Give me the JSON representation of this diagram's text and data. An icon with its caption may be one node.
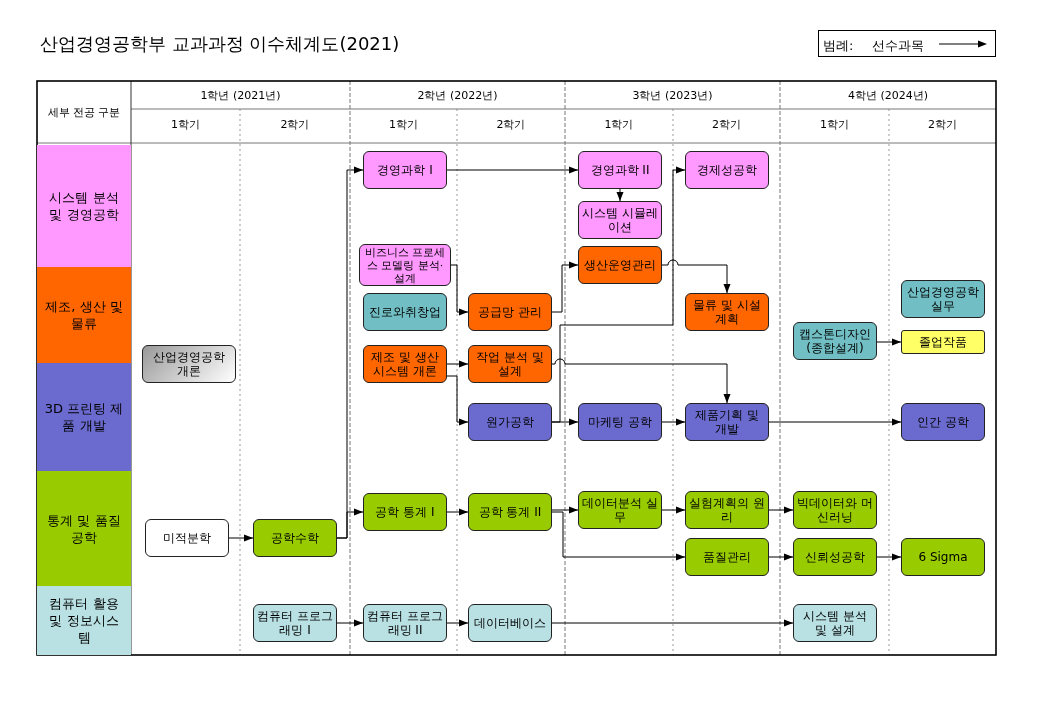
{
  "diagram": {
    "title": "산업경영공학부 교과과정 이수체계도(2021)",
    "nodes": [
      {
        "text": [
          "시스템 분석 및 경영공학"
        ]
      },
      {
        "text": [
          "제조, 생산 및 물류"
        ]
      },
      {
        "text": [
          "3D 프린팅 제품 개발"
        ]
      },
      {
        "text": [
          "통계 및 품질공학"
        ]
      },
      {
        "text": [
          "컴퓨터 활용 및 정보시스템"
        ]
      },
      {
        "text": [
          "경영과학 I"
        ]
      },
      {
        "text": [
          "경영과학 II"
        ]
      },
      {
        "text": [
          "경제성공학"
        ]
      },
      {
        "text": [
          "시스템 시뮬레이션"
        ]
      },
      {
        "text": [
          "비즈니스 프로세스 모델링 분석· 설계"
        ]
      },
      {
        "text": [
          "생산운영관리"
        ]
      },
      {
        "text": [
          "진로와취창업"
        ]
      },
      {
        "text": [
          "공급망 관리"
        ]
      },
      {
        "text": [
          "물류 및 시설 계획"
        ]
      },
      {
        "text": [
          "산업경영공학 실무"
        ]
      },
      {
        "text": [
          "캡스톤디자인 (종합설계)"
        ]
      },
      {
        "text": [
          "졸업작품"
        ]
      },
      {
        "text": [
          "산업경영공학 개론"
        ]
      },
      {
        "text": [
          "제조 및 생산 시스템 개론"
        ]
      },
      {
        "text": [
          "작업 분석 및 설계"
        ]
      },
      {
        "text": [
          "원가공학"
        ]
      },
      {
        "text": [
          "마케팅 공학"
        ]
      },
      {
        "text": [
          "제품기획 및 개발"
        ]
      },
      {
        "text": [
          "인간 공학"
        ]
      },
      {
        "text": [
          "공학 통계 I"
        ]
      },
      {
        "text": [
          "공학 통계 II"
        ]
      },
      {
        "text": [
          "데이터분석 실무"
        ]
      },
      {
        "text": [
          "실험계획의 원리"
        ]
      },
      {
        "text": [
          "빅데이터와 머신러닝"
        ]
      },
      {
        "text": [
          "미적분학"
        ]
      },
      {
        "text": [
          "공학수학"
        ]
      },
      {
        "text": [
          "품질관리"
        ]
      },
      {
        "text": [
          "신뢰성공학"
        ]
      },
      {
        "text": [
          "6 Sigma"
        ]
      },
      {
        "text": [
          "컴퓨터 프로그래밍 I"
        ]
      },
      {
        "text": [
          "컴퓨터 프로그래밍 II"
        ]
      },
      {
        "text": [
          "데이터베이스"
        ]
      },
      {
        "text": [
          "시스템 분석 및 설계"
        ]
      }
    ],
    "edges": [
      {
        "from": 5,
        "to": 6,
        "arrow": "to"
      },
      {
        "from": 6,
        "to": 8,
        "arrow": "to"
      },
      {
        "from": 9,
        "to": 12,
        "arrow": "to"
      },
      {
        "from": 12,
        "to": 10,
        "arrow": "to"
      },
      {
        "from": 10,
        "to": 13,
        "arrow": "to"
      },
      {
        "from": 20,
        "to": 7,
        "arrow": "to"
      },
      {
        "from": 18,
        "to": 19,
        "arrow": "to"
      },
      {
        "from": 18,
        "to": 20,
        "arrow": "to"
      },
      {
        "from": 19,
        "to": 22,
        "arrow": "to"
      },
      {
        "from": 20,
        "to": 21,
        "arrow": "to"
      },
      {
        "from": 21,
        "to": 22,
        "arrow": "to"
      },
      {
        "from": 22,
        "to": 23,
        "arrow": "to"
      },
      {
        "from": 29,
        "to": 30,
        "arrow": "to"
      },
      {
        "from": 30,
        "to": 5,
        "arrow": "to"
      },
      {
        "from": 30,
        "to": 24,
        "arrow": "to"
      },
      {
        "from": 24,
        "to": 25,
        "arrow": "to"
      },
      {
        "from": 25,
        "to": 26,
        "arrow": "to"
      },
      {
        "from": 25,
        "to": 31,
        "arrow": "to"
      },
      {
        "from": 26,
        "to": 27,
        "arrow": "to"
      },
      {
        "from": 27,
        "to": 28,
        "arrow": "to"
      },
      {
        "from": 31,
        "to": 32,
        "arrow": "to"
      },
      {
        "from": 32,
        "to": 33,
        "arrow": "to"
      },
      {
        "from": 15,
        "to": 16,
        "arrow": "to"
      },
      {
        "from": 34,
        "to": 35,
        "arrow": "to"
      },
      {
        "from": 35,
        "to": 36,
        "arrow": "to"
      },
      {
        "from": 36,
        "to": 37,
        "arrow": "to"
      }
    ],
    "labels": [
      "범례:",
      "세부 전공 구분",
      "1학년 (2021년)",
      "2학년 (2022년)",
      "3학년 (2023년)",
      "4학년 (2024년)",
      "1학기",
      "2학기",
      "1학기",
      "2학기",
      "1학기",
      "2학기",
      "1학기",
      "2학기"
    ],
    "legend": [
      {
        "text": "선수과목"
      }
    ]
  }
}
